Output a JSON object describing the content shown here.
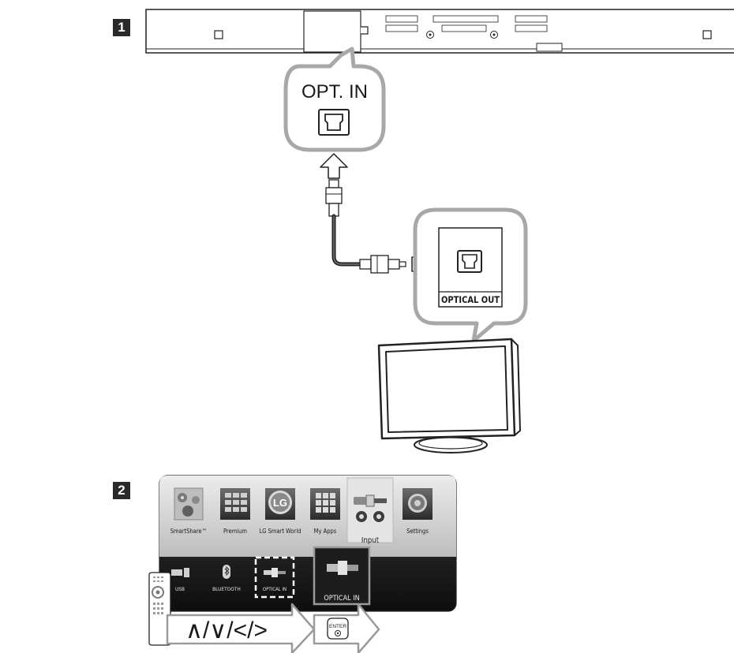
{
  "steps": {
    "step1_number": "1",
    "step2_number": "2"
  },
  "soundbar_callout": {
    "label": "OPT. IN"
  },
  "tv_callout": {
    "label": "OPTICAL OUT"
  },
  "input_menu": {
    "items": [
      {
        "label": "SmartShare™",
        "icon": "smartshare-icon"
      },
      {
        "label": "Premium",
        "icon": "premium-icon"
      },
      {
        "label": "LG Smart World",
        "icon": "lg-smart-world-icon"
      },
      {
        "label": "My Apps",
        "icon": "my-apps-icon"
      },
      {
        "label": "Input",
        "icon": "input-icon"
      },
      {
        "label": "Settings",
        "icon": "settings-icon"
      }
    ],
    "sources": [
      {
        "label": "USB",
        "icon": "usb-icon"
      },
      {
        "label": "BLUETOOTH",
        "icon": "bluetooth-icon"
      },
      {
        "label": "OPTICAL IN",
        "icon": "optical-in-icon"
      }
    ],
    "selected_source": "OPTICAL IN"
  },
  "remote_hints": {
    "navigation_keys": "∧/∨/</>",
    "enter_key": "ENTER"
  },
  "colors": {
    "callout_border": "#a8a8a8",
    "menu_dark": "#1b1b1b",
    "menu_light": "#d6d6d6",
    "line": "#222222"
  }
}
